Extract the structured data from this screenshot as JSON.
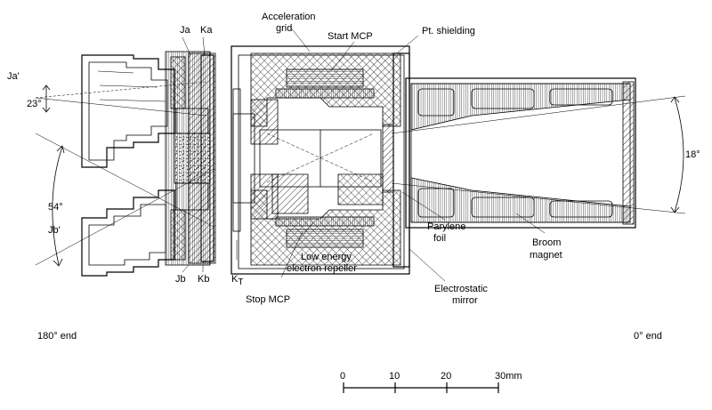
{
  "labels": {
    "ja": "Ja",
    "ka": "Ka",
    "ja_prime": "Ja'",
    "angle_23": "23°",
    "angle_54": "54°",
    "jb_prime": "Jb'",
    "jb": "Jb",
    "kb": "Kb",
    "kt_k": "K",
    "kt_sub": "T",
    "acceleration_grid_1": "Acceleration",
    "acceleration_grid_2": "grid",
    "start_mcp": "Start MCP",
    "pt_shielding": "Pt. shielding",
    "angle_18": "18°",
    "parylene_1": "Parylene",
    "parylene_2": "foil",
    "broom_1": "Broom",
    "broom_2": "magnet",
    "low_energy_1": "Low energy",
    "low_energy_2": "electron repeller",
    "stop_mcp": "Stop MCP",
    "electrostatic_1": "Electrostatic",
    "electrostatic_2": "mirror",
    "end_180": "180° end",
    "end_0": "0° end"
  },
  "scale_bar": {
    "ticks": [
      "0",
      "10",
      "20",
      "30mm"
    ]
  }
}
